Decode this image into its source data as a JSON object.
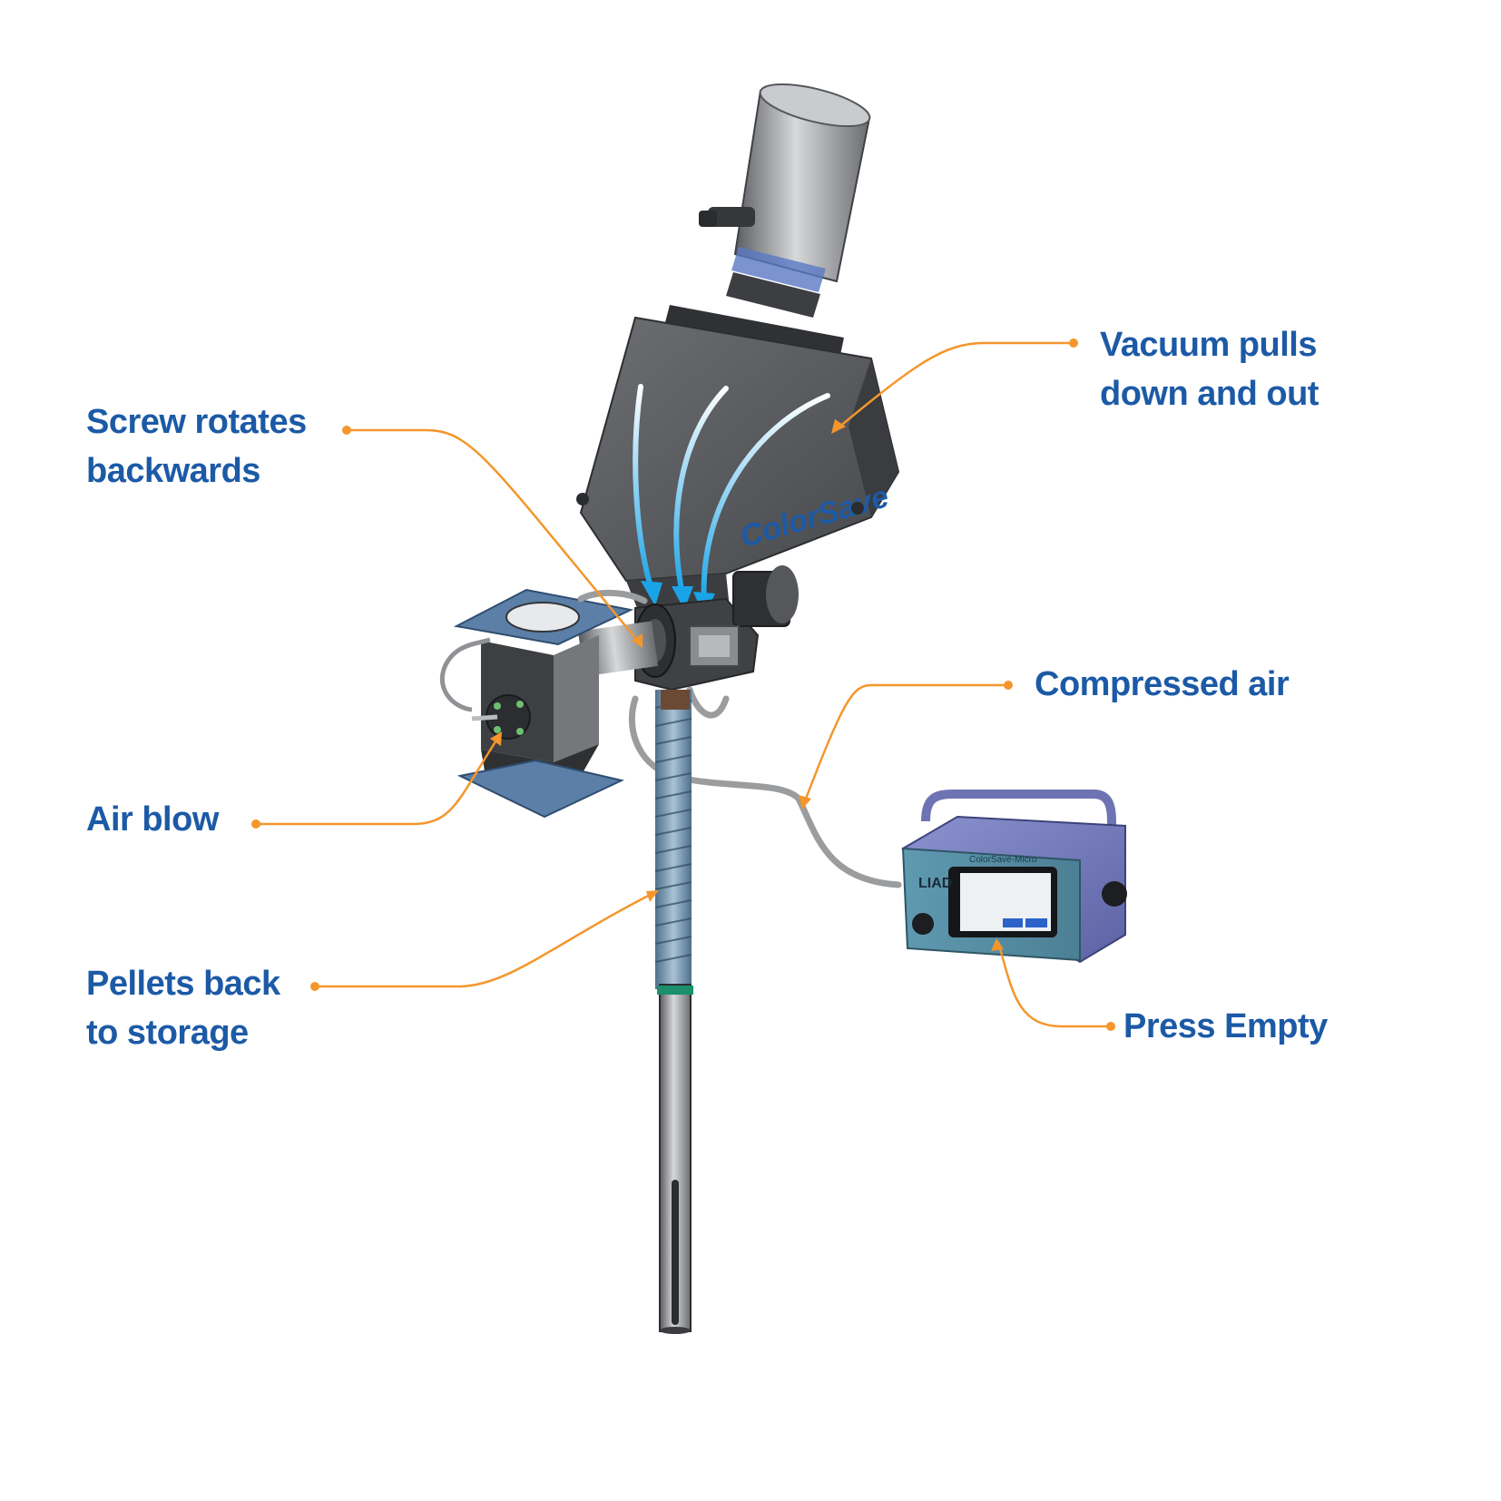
{
  "colors": {
    "label_text": "#1c5aa6",
    "callout_line": "#f4962c",
    "machine_dark": "#4d4f52",
    "machine_mid": "#7a7c80",
    "machine_light": "#b9bbbf",
    "plate_blue": "#5b7fa6",
    "flow_arrow": "#1aa3e6",
    "controller_body": "#7a82b8",
    "controller_face": "#5a8aa0",
    "hose_grey": "#9a9c9e",
    "brand_blue": "#1c5aa6"
  },
  "brand": {
    "hopper_logo": "ColorSave",
    "controller_logo": "LIAD",
    "controller_model": "ColorSave-Micro"
  },
  "callouts": {
    "vacuum": {
      "line1": "Vacuum pulls",
      "line2": "down and out"
    },
    "screw": {
      "line1": "Screw rotates",
      "line2": "backwards"
    },
    "compressed_air": {
      "line1": "Compressed air"
    },
    "air_blow": {
      "line1": "Air blow"
    },
    "pellets": {
      "line1": "Pellets back",
      "line2": "to storage"
    },
    "press_empty": {
      "line1": "Press Empty"
    }
  },
  "icons": {
    "flow_arrows": "flow-arrow-icon",
    "callout_dots": "callout-dot-icon"
  }
}
